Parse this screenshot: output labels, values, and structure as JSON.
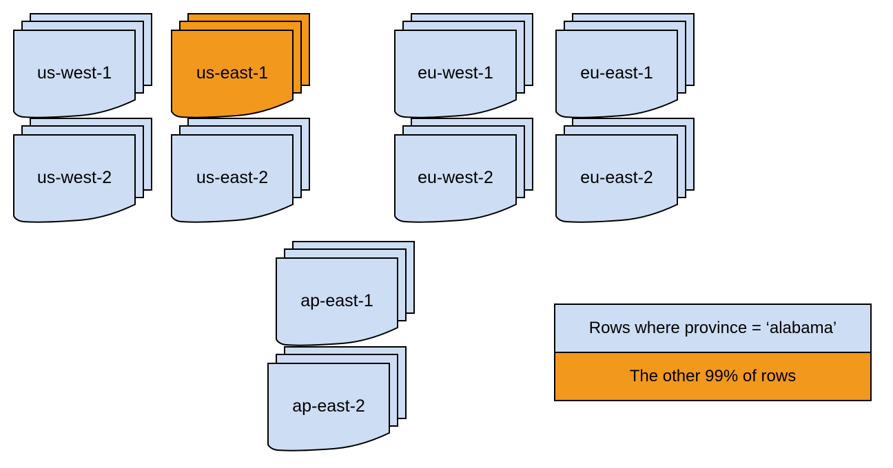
{
  "background": "#ffffff",
  "colors": {
    "sheet_fill": "#CDDDF3",
    "highlight_fill": "#F2981D",
    "stroke": "#000000",
    "text": "#000000"
  },
  "stacks": [
    {
      "id": "us-west-1",
      "label": "us-west-1",
      "variant": "default"
    },
    {
      "id": "us-east-1",
      "label": "us-east-1",
      "variant": "highlight"
    },
    {
      "id": "eu-west-1",
      "label": "eu-west-1",
      "variant": "default"
    },
    {
      "id": "eu-east-1",
      "label": "eu-east-1",
      "variant": "default"
    },
    {
      "id": "us-west-2",
      "label": "us-west-2",
      "variant": "default"
    },
    {
      "id": "us-east-2",
      "label": "us-east-2",
      "variant": "default"
    },
    {
      "id": "eu-west-2",
      "label": "eu-west-2",
      "variant": "default"
    },
    {
      "id": "eu-east-2",
      "label": "eu-east-2",
      "variant": "default"
    },
    {
      "id": "ap-east-1",
      "label": "ap-east-1",
      "variant": "default"
    },
    {
      "id": "ap-east-2",
      "label": "ap-east-2",
      "variant": "default"
    }
  ],
  "legend": {
    "items": [
      {
        "label": "Rows where province = ‘alabama’",
        "swatch": "sheet_fill"
      },
      {
        "label": "The other 99% of rows",
        "swatch": "highlight_fill"
      }
    ]
  }
}
